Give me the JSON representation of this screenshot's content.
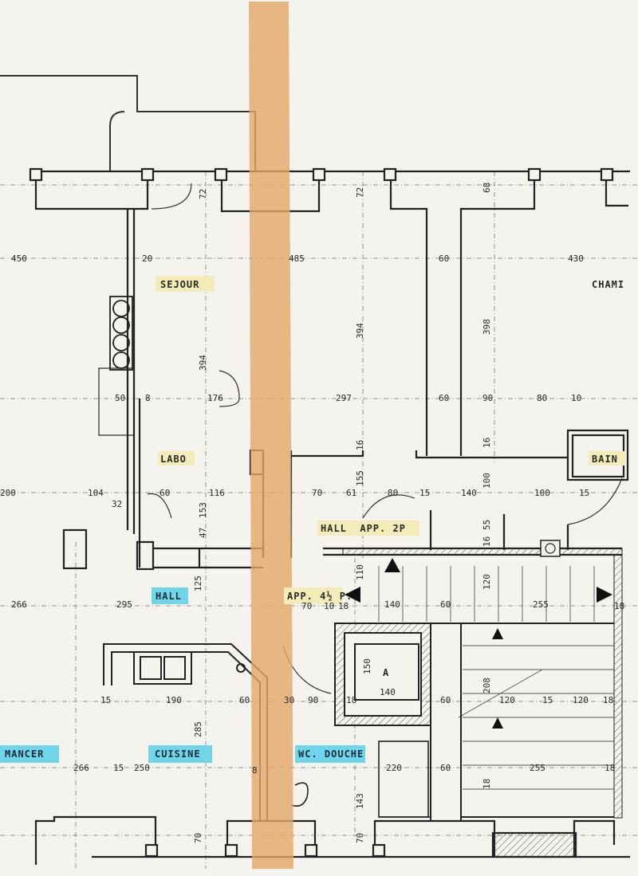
{
  "colors": {
    "paper": "#f5f3ee",
    "ink": "#2a2a2a",
    "tape": "#e3a868",
    "highlight_yellow": "#f3ecb8",
    "highlight_cyan": "#6fd6ea"
  },
  "rooms": {
    "sejour": "SEJOUR",
    "chambre": "CHAMI",
    "labo": "LABO",
    "bain": "BAIN",
    "hall_app": "HALL  APP. 2P",
    "hall": "HALL",
    "app4": "APP. 4½ P.",
    "manger": "MANCER",
    "cuisine": "CUISINE",
    "wc_douche": "WC. DOUCHE",
    "lift": "A"
  },
  "dimensions": {
    "d450": "450",
    "d20": "20",
    "d485": "485",
    "d60a": "60",
    "d430": "430",
    "d72a": "72",
    "d72b": "72",
    "d68": "68",
    "d394a": "394",
    "d394b": "394",
    "d398": "398",
    "d50": "50",
    "d8a": "8",
    "d176": "176",
    "d297": "297",
    "d60b": "60",
    "d90a": "90",
    "d80a": "80",
    "d10": "10",
    "d16a": "16",
    "d16b": "16",
    "d200": "200",
    "d104": "104",
    "d60c": "60",
    "d116": "116",
    "d70a": "70",
    "d61": "61",
    "d80b": "80",
    "d15a": "15",
    "d140a": "140",
    "d100a": "100",
    "d100b": "100",
    "d15b": "15",
    "d155": "155",
    "d32": "32",
    "d153": "153",
    "d47": "47",
    "d55": "55",
    "d16c": "16",
    "d110": "110",
    "d120a": "120",
    "d125": "125",
    "d266a": "266",
    "d295": "295",
    "d70b": "70",
    "d10b": "10",
    "d18a": "18",
    "d140b": "140",
    "d60d": "60",
    "d255a": "255",
    "d18b": "18",
    "d150": "150",
    "d140c": "140",
    "d208": "208",
    "d15c": "15",
    "d190": "190",
    "d60e": "60",
    "d30": "30",
    "d90b": "90",
    "d18c": "18",
    "d60f": "60",
    "d120b": "120",
    "d15d": "15",
    "d120c": "120",
    "d18d": "18",
    "d285": "285",
    "d8b": "8",
    "d266b": "266",
    "d15e": "15",
    "d250": "250",
    "d220": "220",
    "d60g": "60",
    "d255b": "255",
    "d18e": "18",
    "d18f": "18",
    "d143": "143",
    "d70c": "70",
    "d70d": "70"
  }
}
